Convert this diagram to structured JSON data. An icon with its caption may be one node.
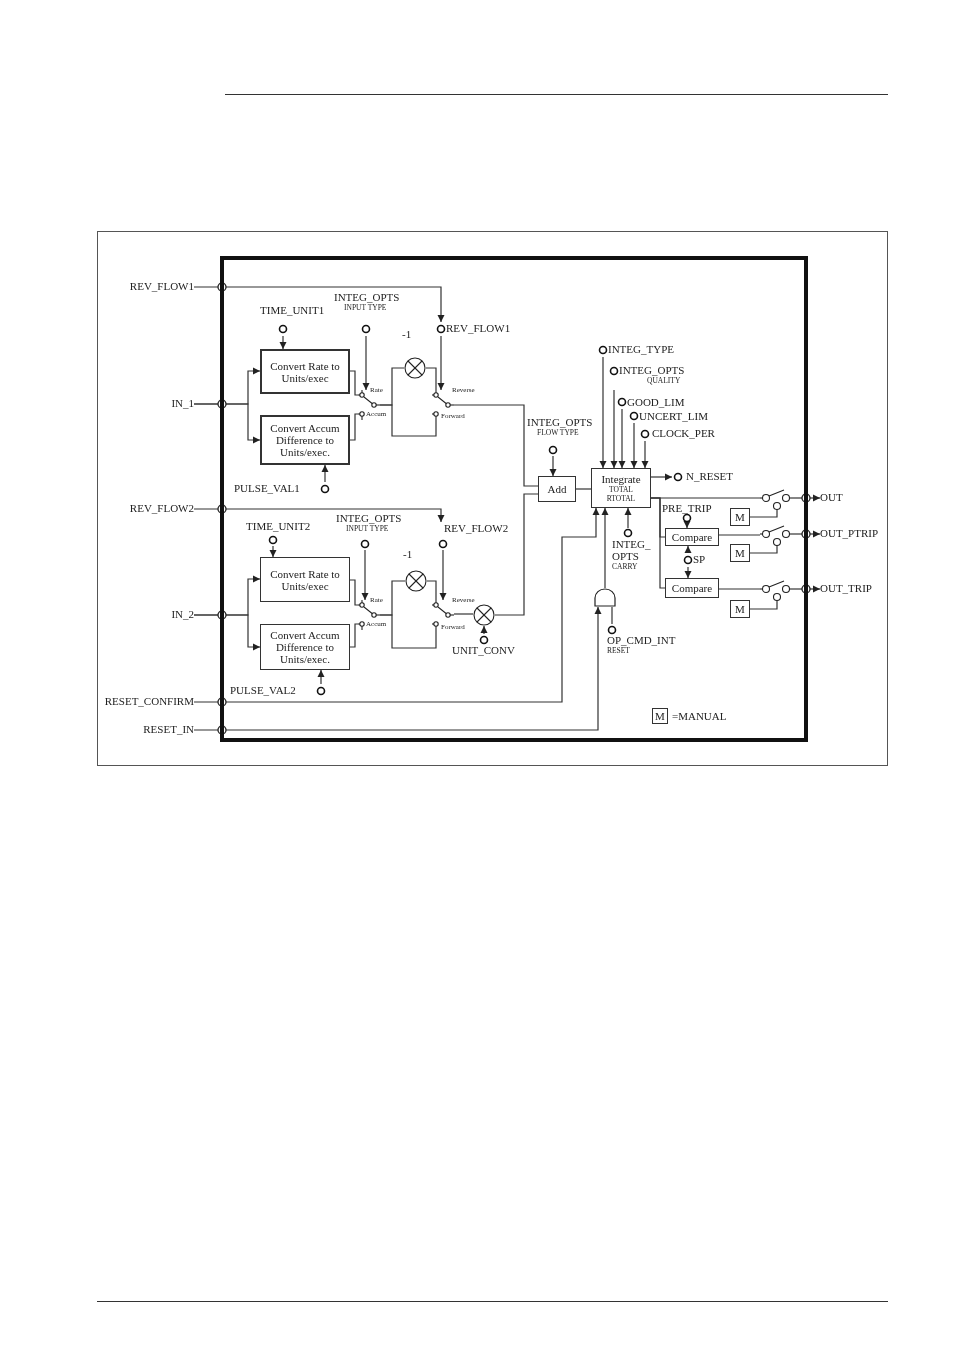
{
  "diagram": {
    "nodes": [
      {
        "text": [],
        "shape": "box"
      },
      {
        "text": [
          "REV_FLOW1"
        ]
      },
      {
        "text": [
          "IN_1"
        ]
      },
      {
        "text": [
          "REV_FLOW2"
        ]
      },
      {
        "text": [
          "IN_2"
        ]
      },
      {
        "text": [
          "RESET_CONFIRM"
        ]
      },
      {
        "text": [
          "RESET_IN"
        ]
      },
      {
        "text": [
          "TIME_UNIT1"
        ],
        "in": 0
      },
      {
        "text": [
          "INTEG_OPTS",
          "INPUT TYPE"
        ],
        "in": 0
      },
      {
        "text": [
          "Convert Rate to Units/exec"
        ],
        "in": 0
      },
      {
        "text": [
          "Convert Accum Difference to Units/exec."
        ],
        "in": 0
      },
      {
        "text": [
          "PULSE_VAL1"
        ],
        "in": 0
      },
      {
        "text": [],
        "shape": "switch",
        "in": 0
      },
      {
        "text": [],
        "shape": "circle",
        "beside": [
          "-1"
        ],
        "in": 0
      },
      {
        "text": [
          "REV_FLOW1"
        ],
        "in": 0
      },
      {
        "text": [],
        "shape": "switch",
        "in": 0
      },
      {
        "text": [
          "INTEG_OPTS",
          "FLOW TYPE"
        ],
        "in": 0
      },
      {
        "text": [
          "Add"
        ],
        "in": 0
      },
      {
        "text": [
          "Integrate",
          "TOTAL RTOTAL"
        ],
        "in": 0
      },
      {
        "text": [
          "INTEG_TYPE"
        ],
        "in": 0
      },
      {
        "text": [
          "INTEG_OPTS",
          "QUALITY"
        ],
        "in": 0
      },
      {
        "text": [
          "GOOD_LIM"
        ],
        "in": 0
      },
      {
        "text": [
          "UNCERT_LIM"
        ],
        "in": 0
      },
      {
        "text": [
          "CLOCK_PER"
        ],
        "in": 0
      },
      {
        "text": [
          "N_RESET"
        ],
        "in": 0
      },
      {
        "text": [
          "INTEG_ OPTS",
          "CARRY"
        ],
        "in": 0
      },
      {
        "text": [],
        "shape": "gate",
        "in": 0
      },
      {
        "text": [
          "OP_CMD_INT",
          "RESET"
        ],
        "in": 0
      },
      {
        "text": [
          "PRE_TRIP"
        ],
        "in": 0
      },
      {
        "text": [
          "Compare"
        ],
        "in": 0
      },
      {
        "text": [
          "SP"
        ],
        "in": 0
      },
      {
        "text": [
          "Compare"
        ],
        "in": 0
      },
      {
        "text": [
          "M"
        ],
        "in": 0
      },
      {
        "text": [
          "M"
        ],
        "in": 0
      },
      {
        "text": [
          "M"
        ],
        "in": 0
      },
      {
        "text": [],
        "shape": "switch",
        "in": 0
      },
      {
        "text": [],
        "shape": "switch",
        "in": 0
      },
      {
        "text": [],
        "shape": "switch",
        "in": 0
      },
      {
        "text": [
          "OUT"
        ]
      },
      {
        "text": [
          "OUT_PTRIP"
        ]
      },
      {
        "text": [
          "OUT_TRIP"
        ]
      },
      {
        "text": [
          "TIME_UNIT2"
        ],
        "in": 0
      },
      {
        "text": [
          "INTEG_OPTS",
          "INPUT TYPE"
        ],
        "in": 0
      },
      {
        "text": [
          "Convert Rate to Units/exec"
        ],
        "in": 0
      },
      {
        "text": [
          "Convert Accum Difference to Units/exec."
        ],
        "in": 0
      },
      {
        "text": [
          "PULSE_VAL2"
        ],
        "in": 0
      },
      {
        "text": [],
        "shape": "switch",
        "in": 0
      },
      {
        "text": [],
        "shape": "circle",
        "beside": [
          "-1"
        ],
        "in": 0
      },
      {
        "text": [
          "REV_FLOW2"
        ],
        "in": 0
      },
      {
        "text": [],
        "shape": "switch",
        "in": 0
      },
      {
        "text": [],
        "shape": "circle",
        "in": 0
      },
      {
        "text": [
          "UNIT_CONV"
        ],
        "in": 0
      }
    ],
    "edges": [
      {
        "from": 1,
        "to": 14,
        "arrow": "to"
      },
      {
        "from": 2,
        "to": 9,
        "arrow": "to"
      },
      {
        "from": 2,
        "to": 10,
        "arrow": "to"
      },
      {
        "from": 7,
        "to": 9,
        "arrow": "to"
      },
      {
        "from": 8,
        "to": 12,
        "arrow": "to"
      },
      {
        "from": 9,
        "to": 12,
        "arrow": "none"
      },
      {
        "from": 10,
        "to": 12,
        "arrow": "none"
      },
      {
        "from": 11,
        "to": 10,
        "arrow": "to"
      },
      {
        "from": 12,
        "to": 13,
        "arrow": "none"
      },
      {
        "from": 12,
        "to": 15,
        "arrow": "none"
      },
      {
        "from": 13,
        "to": 15,
        "arrow": "none"
      },
      {
        "from": 14,
        "to": 15,
        "arrow": "to"
      },
      {
        "from": 15,
        "to": 17,
        "arrow": "none"
      },
      {
        "from": 16,
        "to": 17,
        "arrow": "to"
      },
      {
        "from": 17,
        "to": 18,
        "arrow": "none"
      },
      {
        "from": 19,
        "to": 18,
        "arrow": "to"
      },
      {
        "from": 20,
        "to": 18,
        "arrow": "to"
      },
      {
        "from": 21,
        "to": 18,
        "arrow": "to"
      },
      {
        "from": 22,
        "to": 18,
        "arrow": "to"
      },
      {
        "from": 23,
        "to": 18,
        "arrow": "to"
      },
      {
        "from": 18,
        "to": 24,
        "arrow": "to"
      },
      {
        "from": 25,
        "to": 18,
        "arrow": "to"
      },
      {
        "from": 26,
        "to": 18,
        "arrow": "to"
      },
      {
        "from": 27,
        "to": 26,
        "arrow": "none"
      },
      {
        "from": 5,
        "to": 18,
        "arrow": "to"
      },
      {
        "from": 6,
        "to": 26,
        "arrow": "to"
      },
      {
        "from": 18,
        "to": 29,
        "arrow": "none"
      },
      {
        "from": 18,
        "to": 31,
        "arrow": "none"
      },
      {
        "from": 18,
        "to": 35,
        "arrow": "none"
      },
      {
        "from": 28,
        "to": 29,
        "arrow": "to"
      },
      {
        "from": 30,
        "to": 29,
        "arrow": "to"
      },
      {
        "from": 30,
        "to": 31,
        "arrow": "to"
      },
      {
        "from": 29,
        "to": 36,
        "arrow": "none"
      },
      {
        "from": 31,
        "to": 37,
        "arrow": "none"
      },
      {
        "from": 32,
        "to": 35,
        "arrow": "none"
      },
      {
        "from": 33,
        "to": 36,
        "arrow": "none"
      },
      {
        "from": 34,
        "to": 37,
        "arrow": "none"
      },
      {
        "from": 35,
        "to": 38,
        "arrow": "to"
      },
      {
        "from": 36,
        "to": 39,
        "arrow": "to"
      },
      {
        "from": 37,
        "to": 40,
        "arrow": "to"
      },
      {
        "from": 3,
        "to": 48,
        "arrow": "to"
      },
      {
        "from": 4,
        "to": 43,
        "arrow": "to"
      },
      {
        "from": 4,
        "to": 44,
        "arrow": "to"
      },
      {
        "from": 41,
        "to": 43,
        "arrow": "to"
      },
      {
        "from": 42,
        "to": 46,
        "arrow": "to"
      },
      {
        "from": 43,
        "to": 46,
        "arrow": "none"
      },
      {
        "from": 44,
        "to": 46,
        "arrow": "none"
      },
      {
        "from": 45,
        "to": 44,
        "arrow": "to"
      },
      {
        "from": 46,
        "to": 47,
        "arrow": "none"
      },
      {
        "from": 46,
        "to": 49,
        "arrow": "none"
      },
      {
        "from": 47,
        "to": 49,
        "arrow": "none"
      },
      {
        "from": 48,
        "to": 49,
        "arrow": "to"
      },
      {
        "from": 49,
        "to": 50,
        "arrow": "none"
      },
      {
        "from": 51,
        "to": 50,
        "arrow": "to"
      },
      {
        "from": 50,
        "to": 17,
        "arrow": "none"
      }
    ],
    "labels": [
      "Rate",
      "Accum",
      "Reverse",
      "Forward",
      "Rate",
      "Accum",
      "Reverse",
      "Forward",
      "M"
    ],
    "legend": [
      {
        "text": "=MANUAL"
      }
    ]
  }
}
